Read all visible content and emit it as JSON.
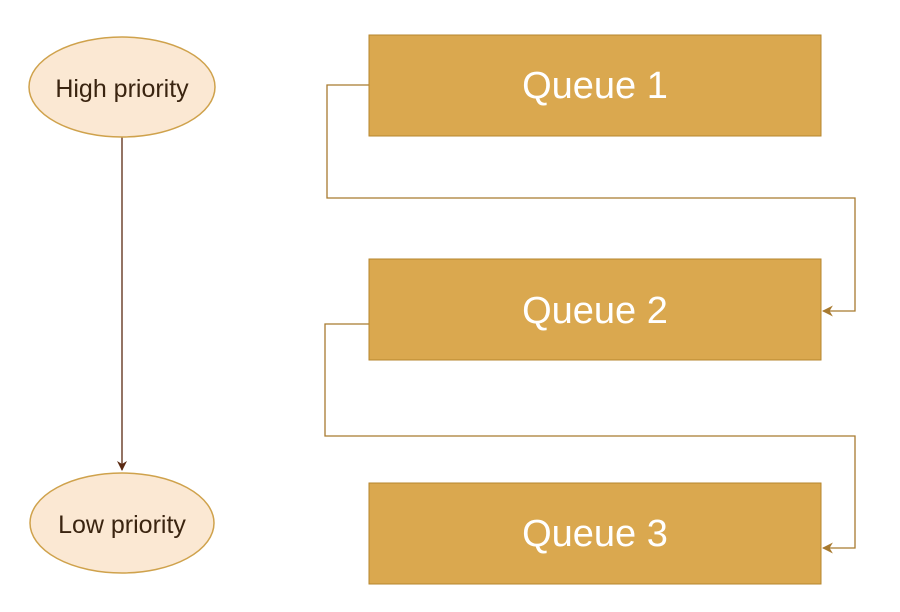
{
  "colors": {
    "background": "#ffffff",
    "ellipse_fill": "#fbe8d3",
    "ellipse_stroke": "#cfa24c",
    "ellipse_text": "#3a2410",
    "priority_arrow": "#5a2a12",
    "queue_fill": "#daa84f",
    "queue_stroke": "#b6862e",
    "queue_text": "#ffffff",
    "connector": "#a87a2f"
  },
  "priority_axis": {
    "high_label": "High priority",
    "low_label": "Low priority"
  },
  "queues": [
    {
      "label": "Queue 1"
    },
    {
      "label": "Queue 2"
    },
    {
      "label": "Queue 3"
    }
  ]
}
